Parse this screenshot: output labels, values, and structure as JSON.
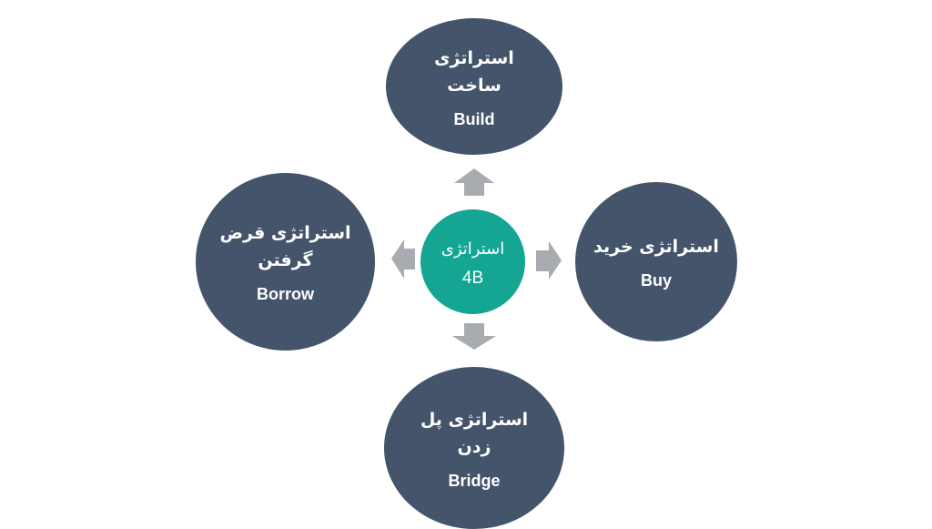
{
  "center": {
    "fa": "استراتژی",
    "en": "4B"
  },
  "nodes": {
    "build": {
      "fa_line1": "استراتژی",
      "fa_line2": "ساخت",
      "en": "Build"
    },
    "buy": {
      "fa_line1": "استراتژی خرید",
      "en": "Buy"
    },
    "borrow": {
      "fa_line1": "استراتژی قرض",
      "fa_line2": "گرفتن",
      "en": "Borrow"
    },
    "bridge": {
      "fa_line1": "استراتژی پل",
      "fa_line2": "زدن",
      "en": "Bridge"
    }
  },
  "colors": {
    "node": "#44546a",
    "center": "#14a593",
    "arrow": "#a8abb0"
  }
}
